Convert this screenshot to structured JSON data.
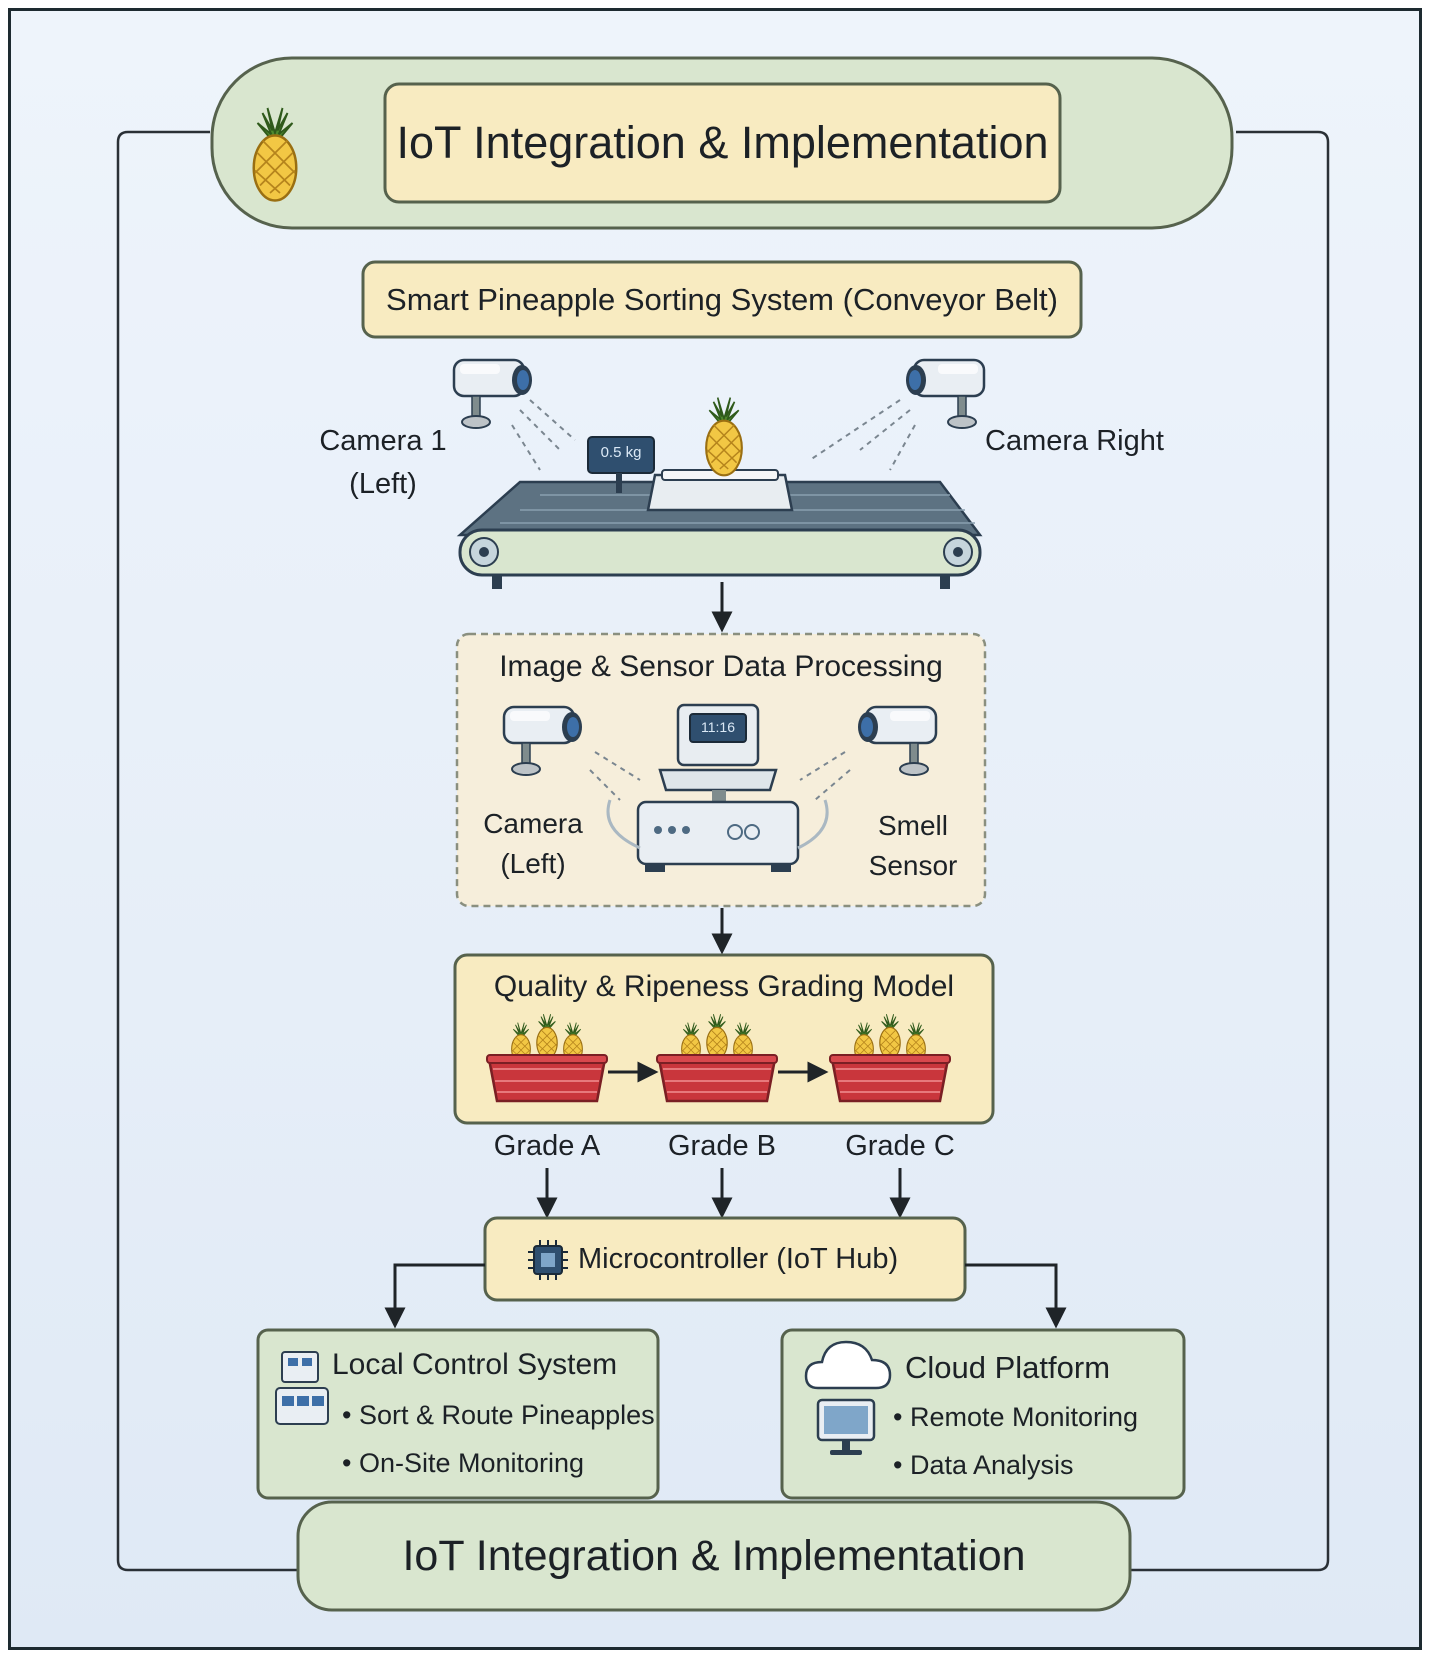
{
  "header": {
    "title": "IoT Integration & Implementation"
  },
  "conveyor": {
    "title": "Smart Pineapple Sorting System (Conveyor Belt)",
    "camera_left_line1": "Camera 1",
    "camera_left_line2": "(Left)",
    "camera_right": "Camera Right",
    "scale_reading": "0.5 kg"
  },
  "processing": {
    "title": "Image & Sensor Data Processing",
    "camera_line1": "Camera",
    "camera_line2": "(Left)",
    "sensor_line1": "Smell",
    "sensor_line2": "Sensor",
    "display_reading": "11:16"
  },
  "grading": {
    "title": "Quality & Ripeness Grading Model",
    "grades": [
      "Grade A",
      "Grade B",
      "Grade C"
    ]
  },
  "hub": {
    "label": "Microcontroller (IoT Hub)"
  },
  "local": {
    "title": "Local Control System",
    "items": [
      "• Sort & Route Pineapples",
      "• On-Site Monitoring"
    ]
  },
  "cloud": {
    "title": "Cloud Platform",
    "items": [
      "• Remote Monitoring",
      "• Data Analysis"
    ]
  },
  "footer": {
    "title": "IoT Integration & Implementation"
  },
  "colors": {
    "frame_border": "#1d2a30",
    "background": "#e6eef8",
    "green_panel": "#d9e6cf",
    "yellow_panel": "#f8ebc1",
    "outline": "#56624d",
    "basket_red": "#c9363c",
    "pineapple_yellow": "#f2c744",
    "leaf_green": "#4f8a2e",
    "camera_blue": "#3d6fa8"
  },
  "icons": [
    "pineapple-icon",
    "camera-icon",
    "scale-icon",
    "conveyor-belt-icon",
    "basket-icon",
    "chip-icon",
    "control-panel-icon",
    "cloud-icon",
    "monitor-icon"
  ]
}
